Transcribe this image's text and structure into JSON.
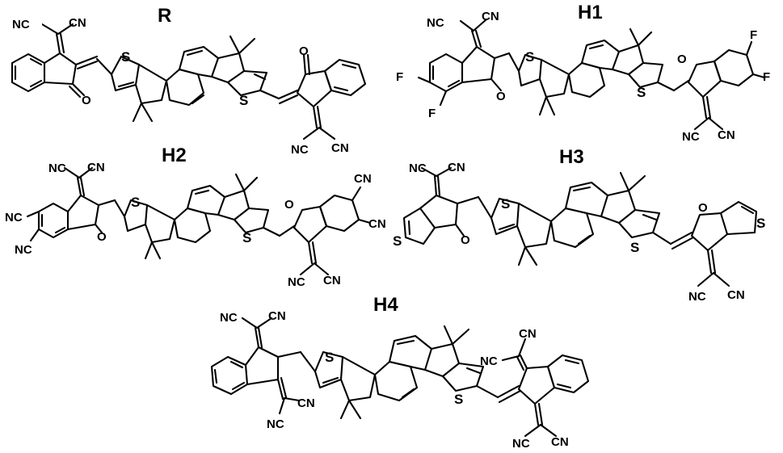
{
  "molecules": [
    {
      "id": "R",
      "label": "R",
      "atoms": {
        "nc1": "NC",
        "cn1": "CN",
        "o1": "O",
        "s1": "S",
        "s2": "S",
        "o2": "O",
        "nc2": "NC",
        "cn2": "CN"
      }
    },
    {
      "id": "H1",
      "label": "H1",
      "atoms": {
        "nc1": "NC",
        "cn1": "CN",
        "f1": "F",
        "f2": "F",
        "o1": "O",
        "s1": "S",
        "s2": "S",
        "o2": "O",
        "f3": "F",
        "f4": "F",
        "nc2": "NC",
        "cn2": "CN"
      }
    },
    {
      "id": "H2",
      "label": "H2",
      "atoms": {
        "nc1": "NC",
        "cn1": "CN",
        "nc3": "NC",
        "nc4": "NC",
        "o1": "O",
        "s1": "S",
        "s2": "S",
        "o2": "O",
        "cn3": "CN",
        "cn4": "CN",
        "nc2": "NC",
        "cn2": "CN"
      }
    },
    {
      "id": "H3",
      "label": "H3",
      "atoms": {
        "nc1": "NC",
        "cn1": "CN",
        "s3": "S",
        "o1": "O",
        "s1": "S",
        "s2": "S",
        "o2": "O",
        "s4": "S",
        "nc2": "NC",
        "cn2": "CN"
      }
    },
    {
      "id": "H4",
      "label": "H4",
      "atoms": {
        "nc1": "NC",
        "cn1": "CN",
        "nc3": "NC",
        "cn3": "CN",
        "s1": "S",
        "s2": "S",
        "nc4": "NC",
        "cn4": "CN",
        "nc2": "NC",
        "cn2": "CN"
      }
    }
  ]
}
